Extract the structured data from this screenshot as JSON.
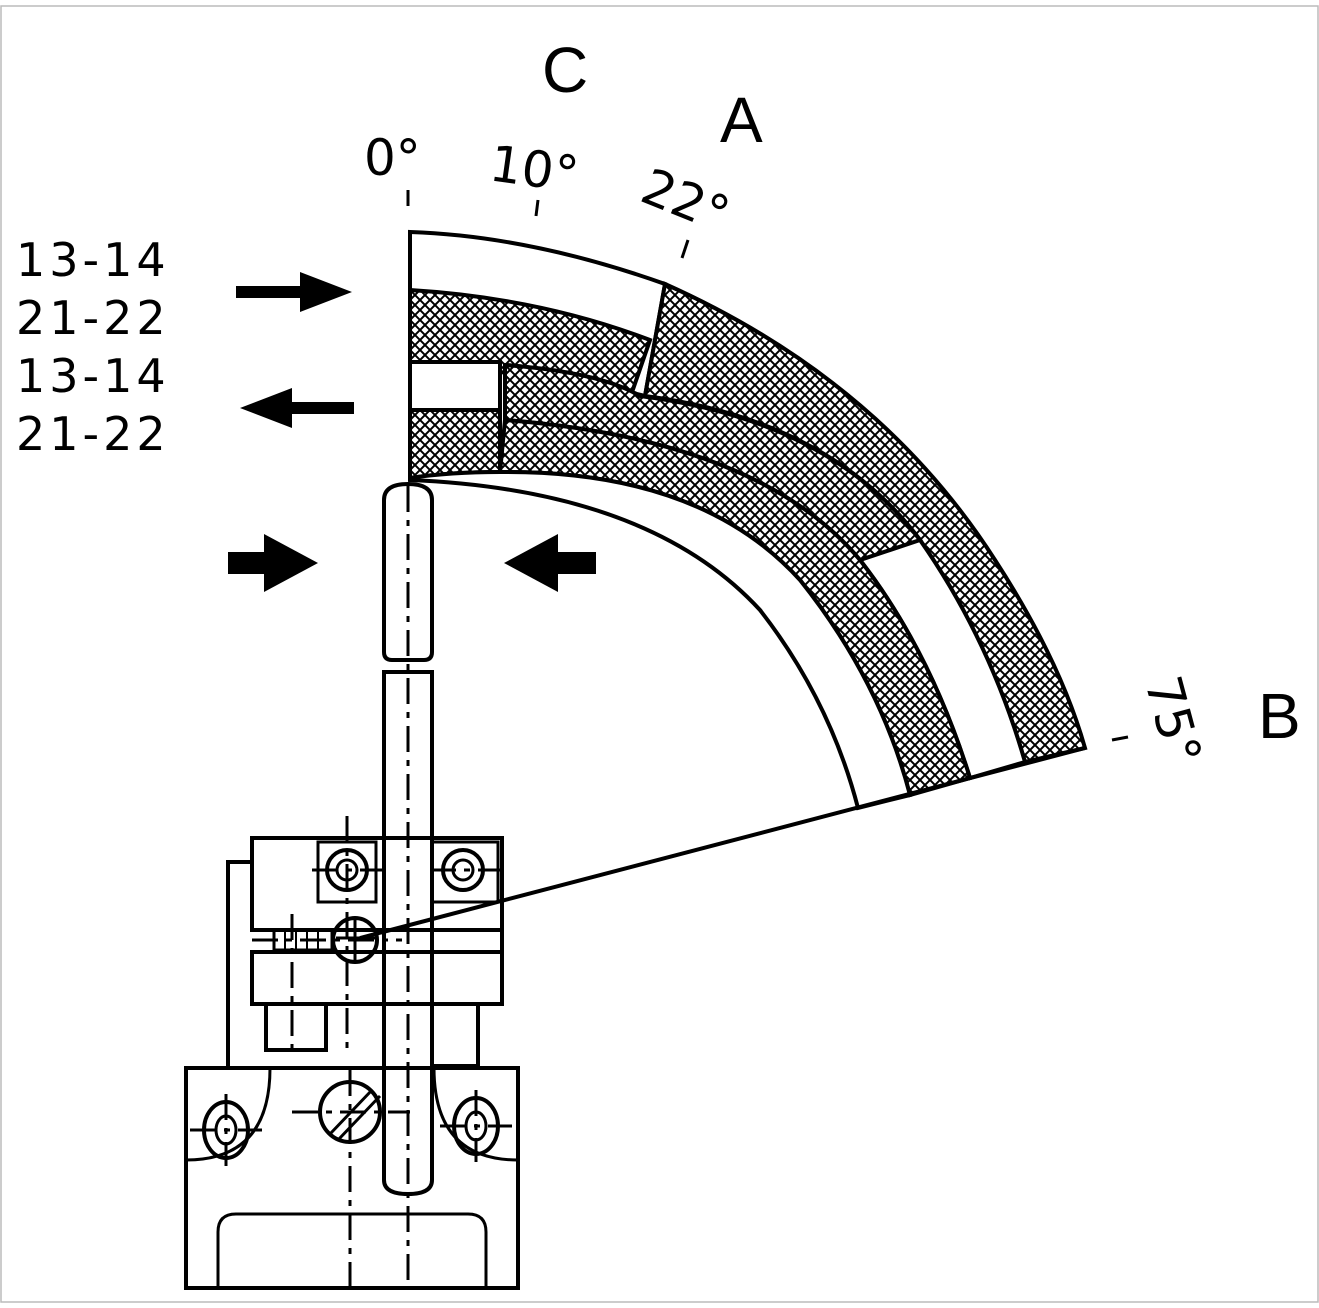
{
  "labels": {
    "c": "C",
    "a": "A",
    "b": "B"
  },
  "angles": {
    "a0": "0°",
    "a10": "10°",
    "a22": "22°",
    "a75": "75°"
  },
  "contacts": {
    "upper_line1": "13-14",
    "upper_line2": "21-22",
    "lower_line1": "13-14",
    "lower_line2": "21-22"
  },
  "colors": {
    "ink": "#000000",
    "background": "#ffffff"
  }
}
